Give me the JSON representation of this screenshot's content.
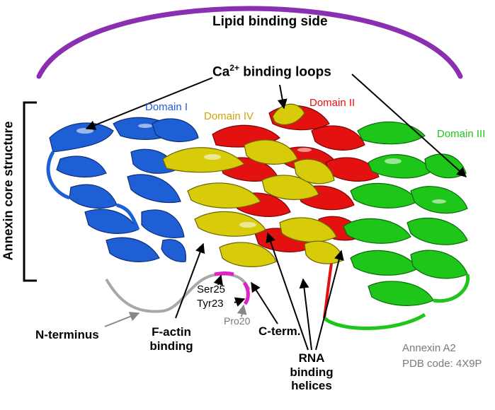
{
  "labels": {
    "lipid_side": "Lipid binding side",
    "ca_prefix": "Ca",
    "ca_sup": "2+",
    "ca_suffix": " binding loops",
    "core_structure": "Annexin core structure",
    "domain1": "Domain I",
    "domain2": "Domain II",
    "domain3": "Domain III",
    "domain4": "Domain IV",
    "ser25": "Ser25",
    "tyr23": "Tyr23",
    "pro20": "Pro20",
    "n_terminus": "N-terminus",
    "factin_line1": "F-actin",
    "factin_line2": "binding",
    "c_term": "C-term.",
    "rna_line1": "RNA",
    "rna_line2": "binding",
    "rna_line3": "helices",
    "protein_name": "Annexin A2",
    "pdb_code": "PDB code: 4X9P"
  },
  "colors": {
    "domain1": "#1f5fd6",
    "domain2": "#e3110f",
    "domain3": "#1fc61a",
    "domain4": "#d8cc0a",
    "arc": "#8a2fb0",
    "magenta": "#e020c8",
    "linker": "#a8a8a8",
    "gray_text": "#7a7a7a"
  }
}
